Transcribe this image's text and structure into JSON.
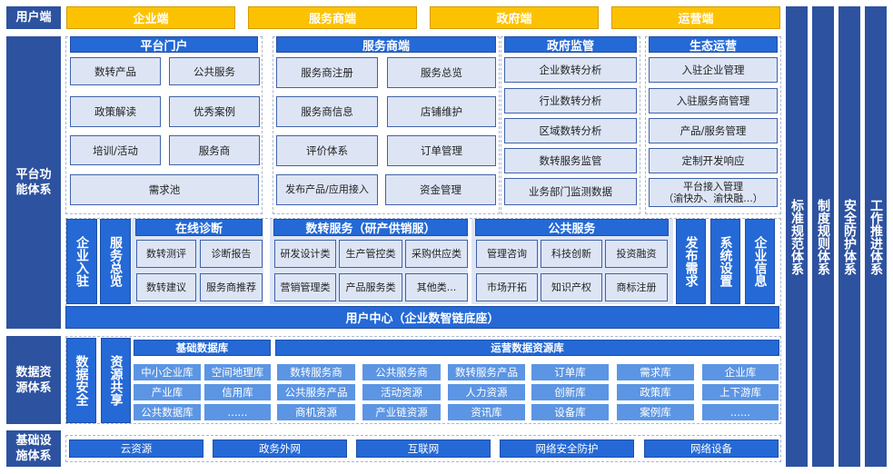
{
  "row_labels": {
    "user_end": "用户端",
    "platform": "平台功能体系",
    "data": "数据资源体系",
    "infra": "基础设施体系"
  },
  "user_end_tabs": [
    "企业端",
    "服务商端",
    "政府端",
    "运营端"
  ],
  "pillars": [
    "标准规范体系",
    "制度规则体系",
    "安全防护体系",
    "工作推进体系"
  ],
  "platform_portal": {
    "title": "平台门户",
    "items": [
      "数转产品",
      "公共服务",
      "政策解读",
      "优秀案例",
      "培训/活动",
      "服务商",
      "需求池"
    ]
  },
  "service_provider": {
    "title": "服务商端",
    "items": [
      "服务商注册",
      "服务总览",
      "服务商信息",
      "店铺维护",
      "评价体系",
      "订单管理",
      "发布产品/应用接入",
      "资金管理"
    ]
  },
  "gov_supervision": {
    "title": "政府监管",
    "items": [
      "企业数转分析",
      "行业数转分析",
      "区域数转分析",
      "数转服务监管",
      "业务部门监测数据"
    ]
  },
  "eco_operation": {
    "title": "生态运营",
    "items": [
      "入驻企业管理",
      "入驻服务商管理",
      "产品/服务管理",
      "定制开发响应",
      "平台接入管理",
      "（渝快办、渝快融...）"
    ]
  },
  "middle": {
    "left_bars": [
      "企业入驻",
      "服务总览"
    ],
    "online_diagnosis": {
      "title": "在线诊断",
      "items": [
        "数转测评",
        "诊断报告",
        "数转建议",
        "服务商推荐"
      ]
    },
    "digital_services": {
      "title": "数转服务（研产供销服）",
      "items": [
        "研发设计类",
        "生产管控类",
        "采购供应类",
        "营销管理类",
        "产品服务类",
        "其他类..."
      ]
    },
    "public_services": {
      "title": "公共服务",
      "items": [
        "管理咨询",
        "科技创新",
        "投资融资",
        "市场开拓",
        "知识产权",
        "商标注册"
      ]
    },
    "right_bars": [
      "发布需求",
      "系统设置",
      "企业信息"
    ],
    "user_center": "用户中心（企业数智链底座）"
  },
  "data_layer": {
    "side_bars": [
      "数据安全",
      "资源共享"
    ],
    "basic_db": {
      "title": "基础数据库",
      "items": [
        "中小企业库",
        "空间地理库",
        "产业库",
        "信用库",
        "公共数据库",
        "......"
      ]
    },
    "ops_db": {
      "title": "运营数据资源库",
      "items": [
        "数转服务商",
        "公共服务商",
        "数转服务产品",
        "订单库",
        "需求库",
        "企业库",
        "公共服务产品",
        "活动资源",
        "人力资源",
        "创新库",
        "政策库",
        "上下游库",
        "商机资源",
        "产业链资源",
        "资讯库",
        "设备库",
        "案例库",
        "......"
      ]
    }
  },
  "infrastructure": [
    "云资源",
    "政务外网",
    "互联网",
    "网络安全防护",
    "网络设备"
  ],
  "colors": {
    "navy": "#2d52a0",
    "yellow": "#fcc201",
    "blue_header": "#2469d6",
    "cell_bg": "#dde5f5",
    "light_blue": "#5b95e4"
  }
}
